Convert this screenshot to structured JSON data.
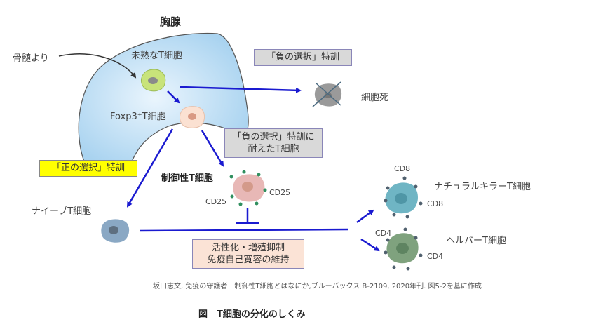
{
  "title": "胸腺",
  "labels": {
    "from_bone_marrow": "骨髄より",
    "immature_t_cell": "未熟なT細胞",
    "foxp3_t_cell": "Foxp3⁺T細胞",
    "cell_death": "細胞死",
    "regulatory_t_cell": "制御性T細胞",
    "naive_t_cell": "ナイーブT細胞",
    "nk_t_cell": "ナチュラルキラーT細胞",
    "helper_t_cell": "ヘルパーT細胞",
    "cd25_left": "CD25",
    "cd25_right": "CD25",
    "cd8_top": "CD8",
    "cd8_right": "CD8",
    "cd4_left": "CD4",
    "cd4_right": "CD4"
  },
  "boxes": {
    "negative_selection": "「負の選択」特訓",
    "survived_line1": "「負の選択」特訓に",
    "survived_line2": "耐えたT細胞",
    "positive_selection": "「正の選択」特訓",
    "suppression_line1": "活性化・増殖抑制",
    "suppression_line2": "免疫自己寛容の維持"
  },
  "citation": "坂口志文, 免疫の守護者　制御性T細胞とはなにか,ブルーバックス B-2109, 2020年刊. 図5-2を基に作成",
  "caption": "図　T細胞の分化のしくみ",
  "colors": {
    "thymus_fill": "#cfe6f7",
    "arrow": "#1a1ad0",
    "positive_box": "#ffff00",
    "gray_box": "#d9d9d9",
    "pink_box": "#fbe3d6"
  }
}
